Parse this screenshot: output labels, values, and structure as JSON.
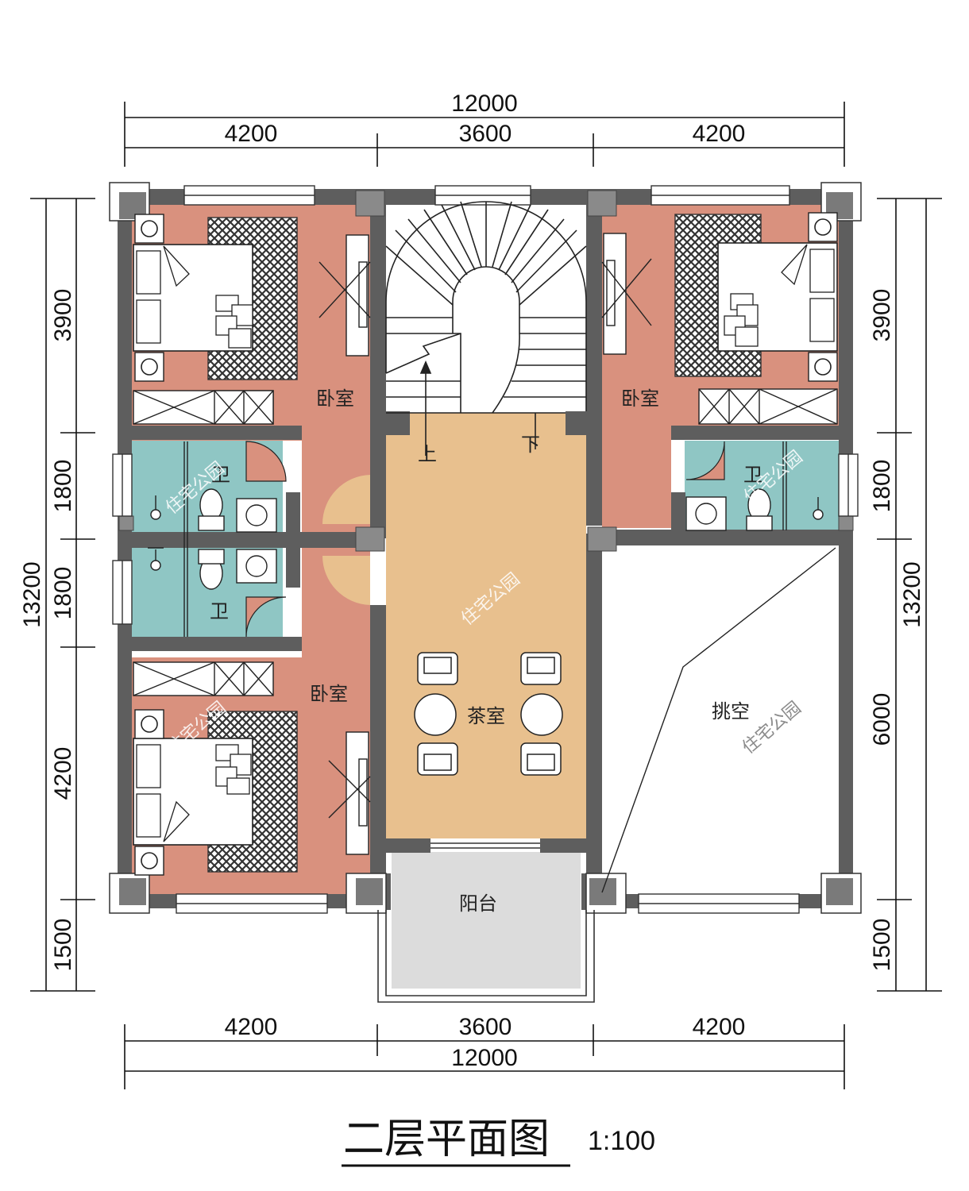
{
  "title": "二层平面图",
  "scale": "1:100",
  "dims": {
    "top_total": "12000",
    "top_segments": [
      "4200",
      "3600",
      "4200"
    ],
    "bottom_total": "12000",
    "bottom_segments": [
      "4200",
      "3600",
      "4200"
    ],
    "left_total": "13200",
    "left_segments": [
      "3900",
      "1800",
      "1800",
      "4200",
      "1500"
    ],
    "right_total": "13200",
    "right_segments": [
      "3900",
      "1800",
      "6000",
      "1500"
    ]
  },
  "rooms": {
    "bedroom_tl": "卧室",
    "bedroom_tr": "卧室",
    "bedroom_bl": "卧室",
    "bath_1": "卫",
    "bath_2": "卫",
    "bath_3": "卫",
    "tea_room": "茶室",
    "void": "挑空",
    "balcony": "阳台",
    "stair_up": "上",
    "stair_down": "下"
  },
  "watermark": "住宅公园",
  "colors": {
    "wall": "#5e5e5e",
    "bedroom": "#d9917e",
    "bath": "#8fc6c4",
    "tea": "#e8c08e",
    "balcony": "#dcdcdc"
  }
}
